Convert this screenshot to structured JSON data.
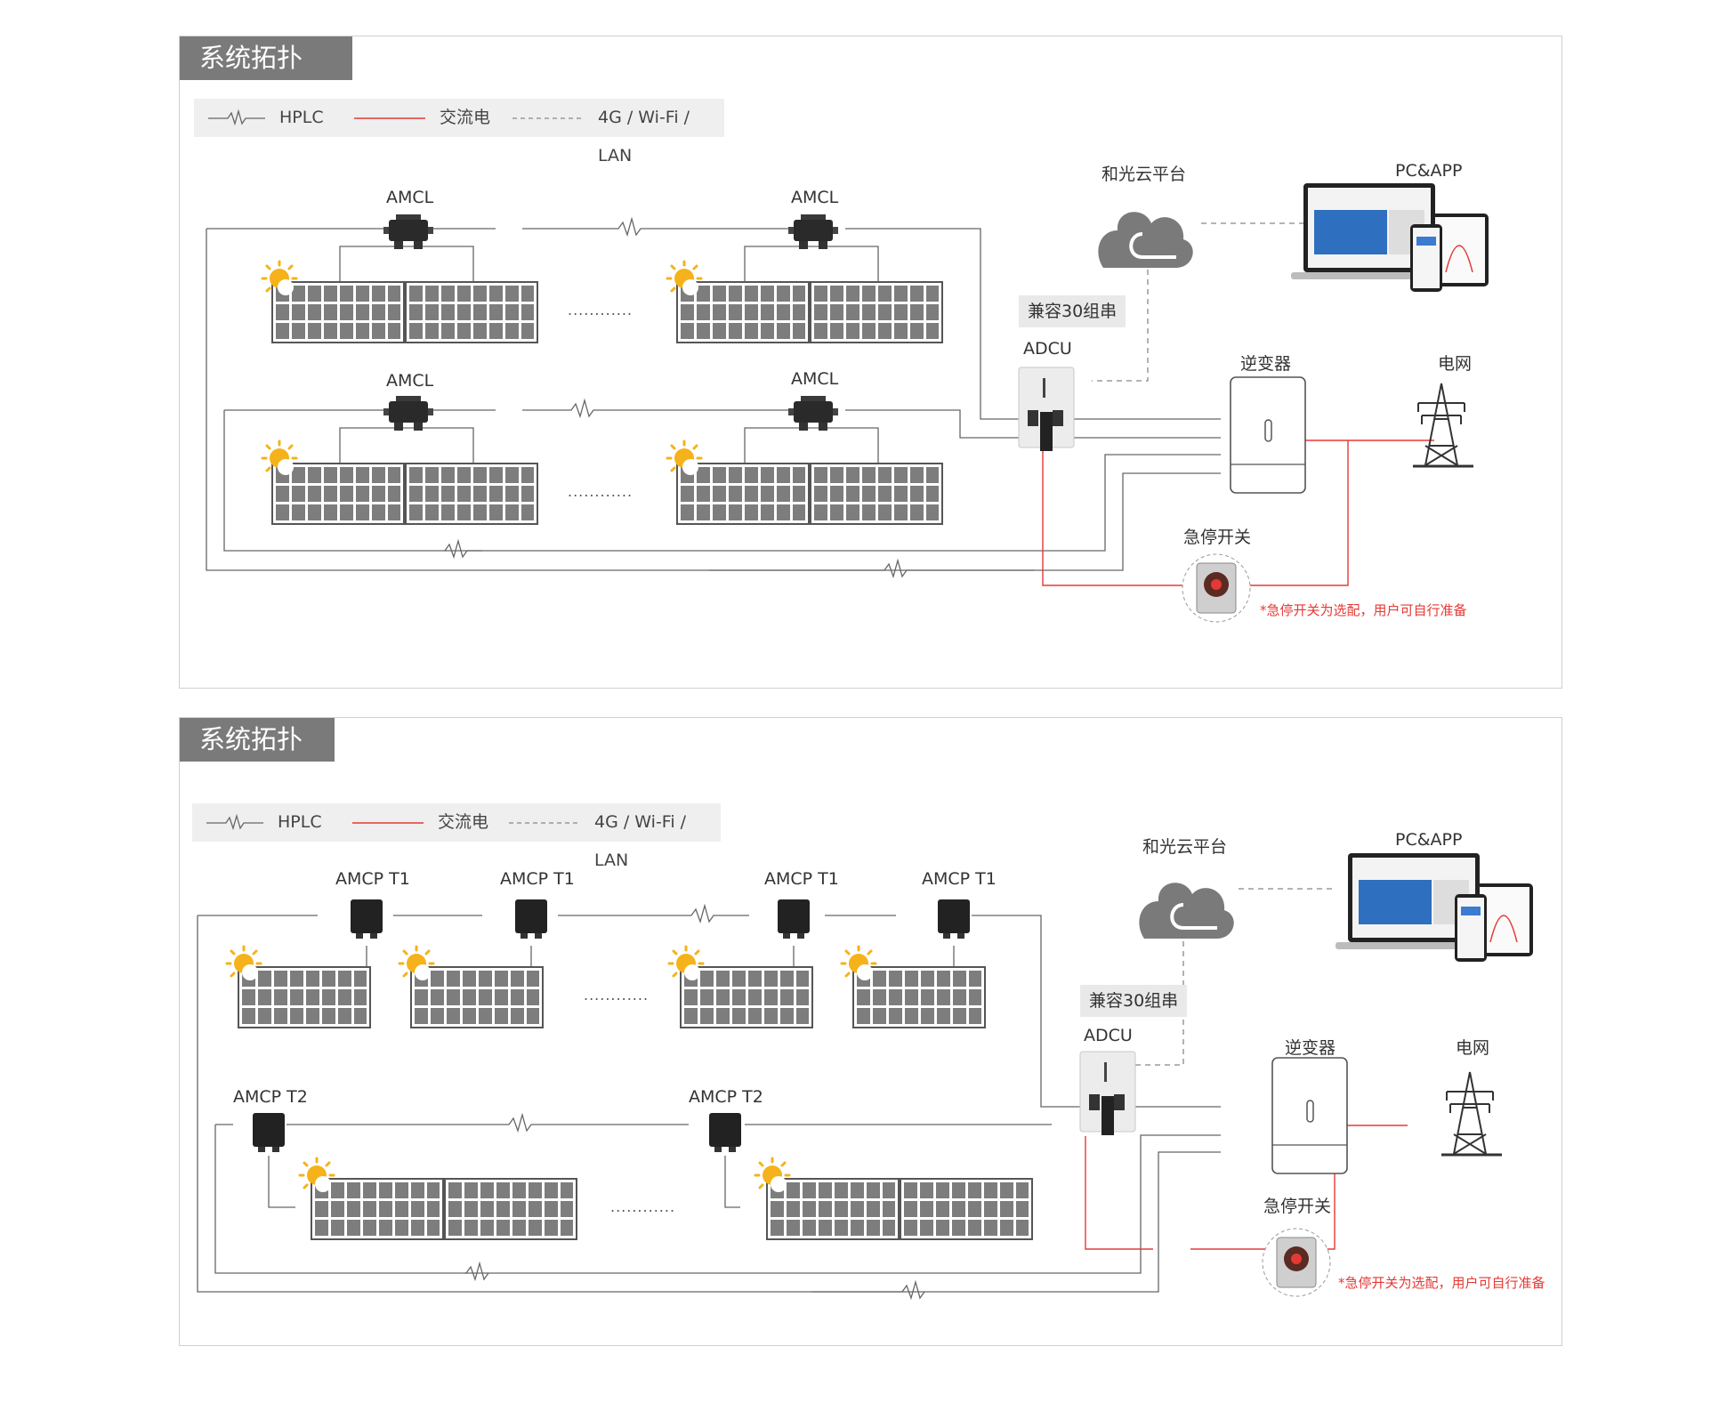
{
  "panel1": {
    "title": "系统拓扑",
    "legend": {
      "hplc": "HPLC",
      "ac": "交流电",
      "comm": "4G / Wi-Fi / LAN"
    },
    "labels": {
      "amcl_1": "AMCL",
      "amcl_2": "AMCL",
      "amcl_3": "AMCL",
      "amcl_4": "AMCL",
      "cloud": "和光云平台",
      "pcapp": "PC&APP",
      "compat": "兼容30组串",
      "adcu": "ADCU",
      "inverter": "逆变器",
      "grid": "电网",
      "estop": "急停开关",
      "estop_note": "*急停开关为选配，用户可自行准备",
      "dots_1": "............",
      "dots_2": "............"
    }
  },
  "panel2": {
    "title": "系统拓扑",
    "legend": {
      "hplc": "HPLC",
      "ac": "交流电",
      "comm": "4G / Wi-Fi / LAN"
    },
    "labels": {
      "t1_1": "AMCP T1",
      "t1_2": "AMCP T1",
      "t1_3": "AMCP T1",
      "t1_4": "AMCP T1",
      "t2_1": "AMCP T2",
      "t2_2": "AMCP T2",
      "cloud": "和光云平台",
      "pcapp": "PC&APP",
      "compat": "兼容30组串",
      "adcu": "ADCU",
      "inverter": "逆变器",
      "grid": "电网",
      "estop": "急停开关",
      "estop_note": "*急停开关为选配，用户可自行准备",
      "dots_1": "............",
      "dots_2": "............"
    }
  },
  "colors": {
    "hplc": "#666666",
    "ac": "#e53935",
    "comm": "#888888",
    "sun": "#f5b21a",
    "panel": "#7d7d7d",
    "device": "#2a2a2a"
  },
  "icons": {
    "sun": "sun-icon",
    "cloud": "cloud-icon",
    "tower": "power-tower-icon",
    "laptop": "laptop-icon",
    "estop": "emergency-stop-icon"
  }
}
